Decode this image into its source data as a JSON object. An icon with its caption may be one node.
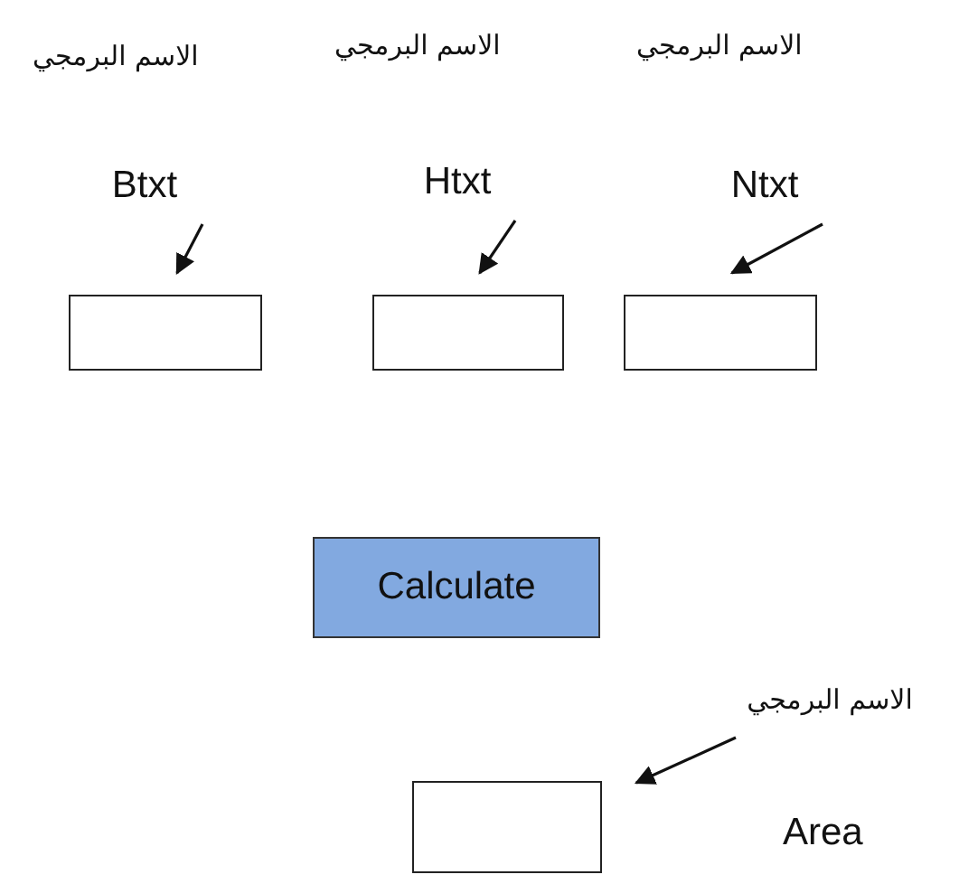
{
  "diagram": {
    "nodes": [
      {
        "text": [
          "Btxt"
        ]
      },
      {
        "text": [
          "Htxt"
        ]
      },
      {
        "text": [
          "Ntxt"
        ]
      },
      {
        "text": [],
        "shape": "box"
      },
      {
        "text": [],
        "shape": "box"
      },
      {
        "text": [],
        "shape": "box"
      },
      {
        "text": [
          "Calculate"
        ]
      },
      {
        "text": [
          "الاسم البرمجي"
        ]
      },
      {
        "text": [],
        "shape": "box"
      }
    ],
    "edges": [
      {
        "from": 0,
        "to": 3,
        "arrow": "to"
      },
      {
        "from": 1,
        "to": 4,
        "arrow": "to"
      },
      {
        "from": 2,
        "to": 5,
        "arrow": "to"
      },
      {
        "from": 7,
        "to": 8,
        "arrow": "to"
      }
    ],
    "labels": [
      "الاسم البرمجي",
      "الاسم البرمجي",
      "الاسم البرمجي",
      "Area"
    ]
  }
}
